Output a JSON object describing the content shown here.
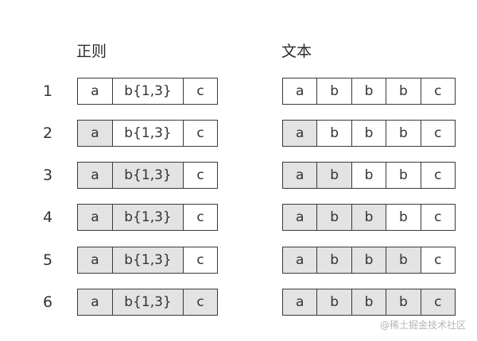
{
  "headers": {
    "regex": "正则",
    "text": "文本"
  },
  "regex_tokens": [
    "a",
    "b{1,3}",
    "c"
  ],
  "text_chars": [
    "a",
    "b",
    "b",
    "b",
    "c"
  ],
  "rows": [
    {
      "label": "1",
      "regex_active": [
        false,
        false,
        false
      ],
      "text_active": [
        false,
        false,
        false,
        false,
        false
      ]
    },
    {
      "label": "2",
      "regex_active": [
        true,
        false,
        false
      ],
      "text_active": [
        true,
        false,
        false,
        false,
        false
      ]
    },
    {
      "label": "3",
      "regex_active": [
        true,
        true,
        false
      ],
      "text_active": [
        true,
        true,
        false,
        false,
        false
      ]
    },
    {
      "label": "4",
      "regex_active": [
        true,
        true,
        false
      ],
      "text_active": [
        true,
        true,
        true,
        false,
        false
      ]
    },
    {
      "label": "5",
      "regex_active": [
        true,
        true,
        false
      ],
      "text_active": [
        true,
        true,
        true,
        true,
        false
      ]
    },
    {
      "label": "6",
      "regex_active": [
        true,
        true,
        true
      ],
      "text_active": [
        true,
        true,
        true,
        true,
        true
      ]
    }
  ],
  "colors": {
    "active_fill": "#e3e3e3",
    "inactive_fill": "#ffffff",
    "border": "#3a3a3a"
  },
  "watermark": "@稀土掘金技术社区"
}
